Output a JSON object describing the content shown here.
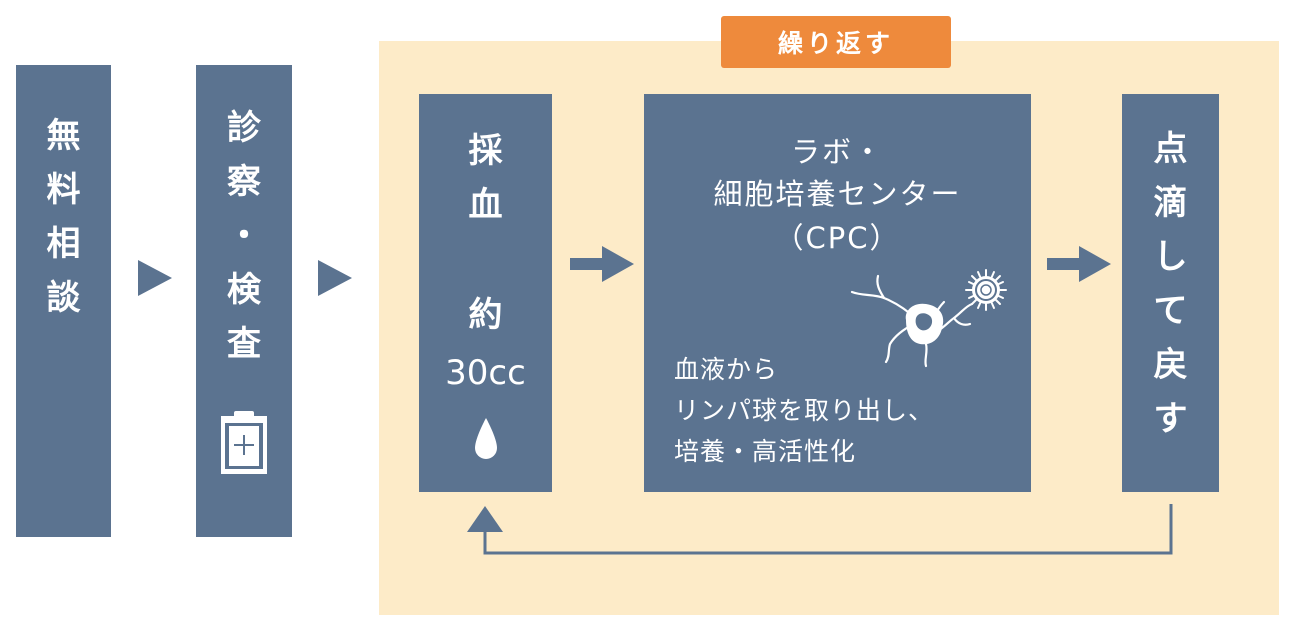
{
  "steps": {
    "consultation": "無\n料\n相\n談",
    "exam": "診\n察\n・\n検\n査",
    "blood_title": "採\n血",
    "blood_amount_label": "約",
    "blood_amount_value": "30cc",
    "drip": "点\n滴\nし\nて\n戻\nす"
  },
  "cpc": {
    "line1": "ラボ・",
    "line2": "細胞培養センター",
    "line3": "（CPC）",
    "desc1": "血液から",
    "desc2": "リンパ球を取り出し、",
    "desc3": "培養・高活性化"
  },
  "repeat": {
    "label": "繰り返す"
  },
  "colors": {
    "box": "#5b7390",
    "repeat_bg": "#fdebc8",
    "repeat_label": "#ee8a3c"
  },
  "icons": [
    "clipboard-plus-icon",
    "blood-drop-icon",
    "lymphocyte-cells-icon",
    "arrow-right-icon",
    "triangle-arrow-icon",
    "return-loop-arrow"
  ]
}
